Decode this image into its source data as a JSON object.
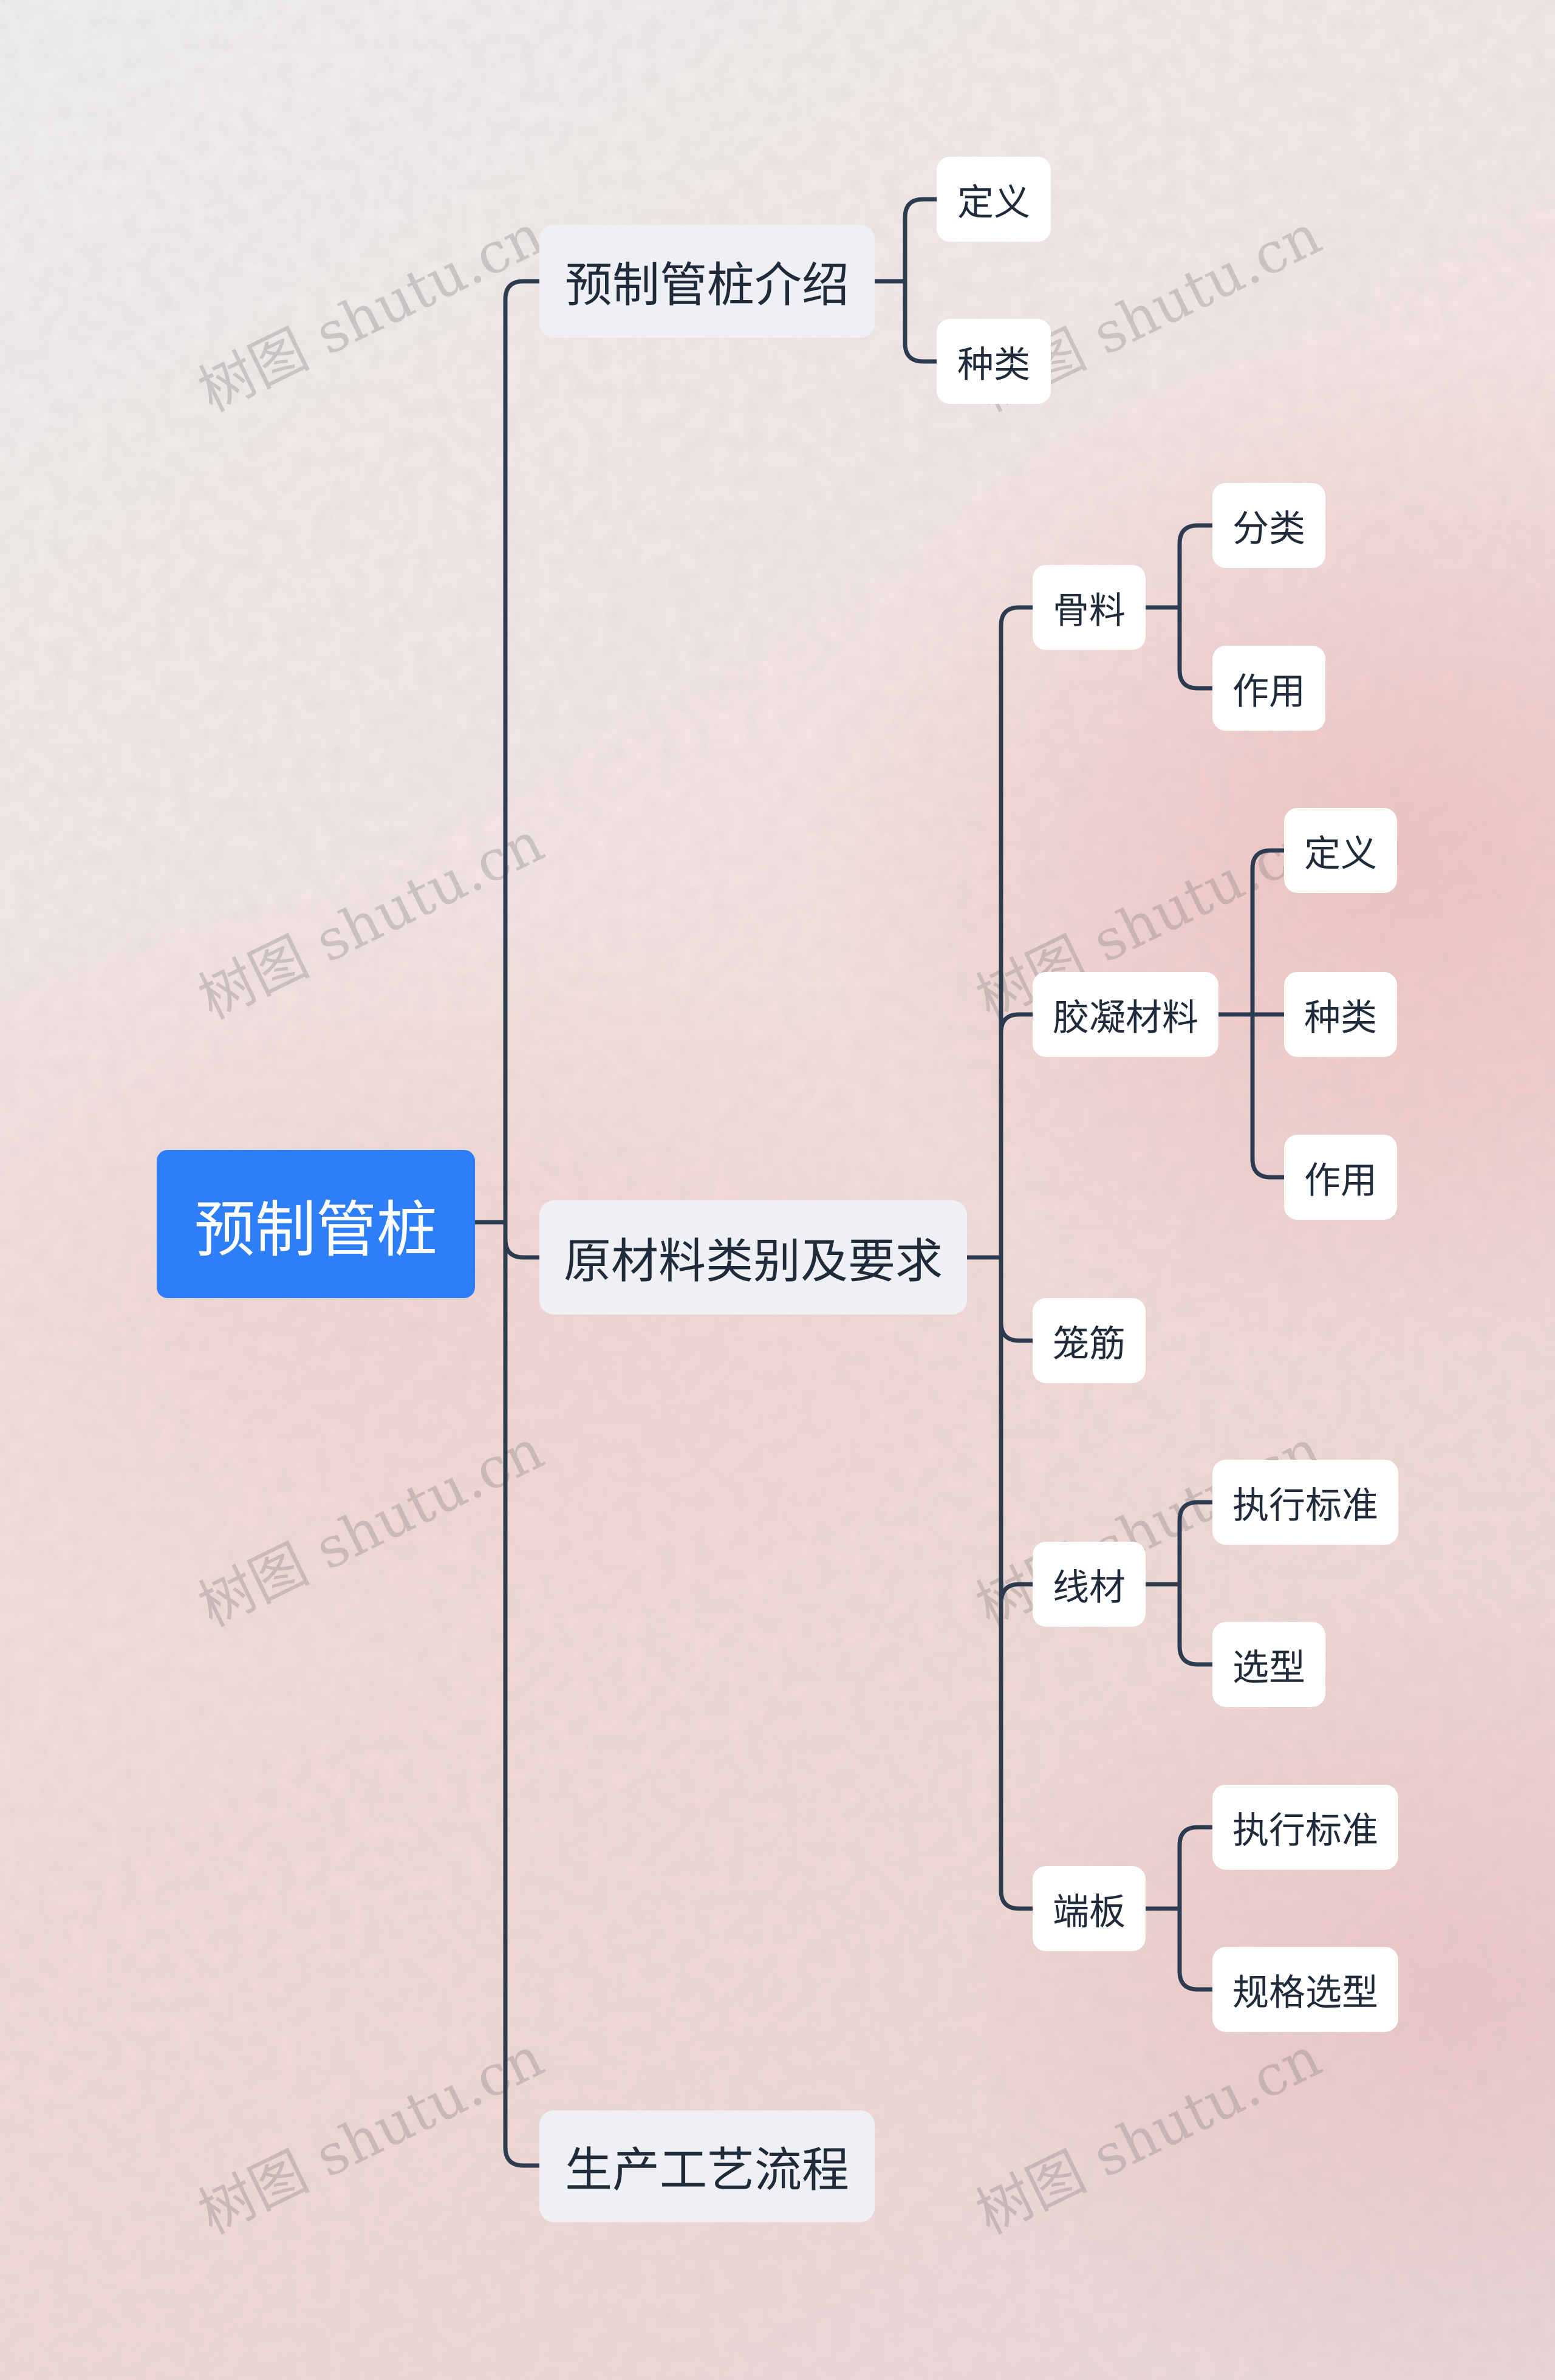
{
  "root": {
    "label": "预制管桩"
  },
  "branches": [
    {
      "label": "预制管桩介绍",
      "children": [
        {
          "label": "定义"
        },
        {
          "label": "种类"
        }
      ]
    },
    {
      "label": "原材料类别及要求",
      "children": [
        {
          "label": "骨料",
          "children": [
            {
              "label": "分类"
            },
            {
              "label": "作用"
            }
          ]
        },
        {
          "label": "胶凝材料",
          "children": [
            {
              "label": "定义"
            },
            {
              "label": "种类"
            },
            {
              "label": "作用"
            }
          ]
        },
        {
          "label": "笼筋"
        },
        {
          "label": "线材",
          "children": [
            {
              "label": "执行标准"
            },
            {
              "label": "选型"
            }
          ]
        },
        {
          "label": "端板",
          "children": [
            {
              "label": "执行标准"
            },
            {
              "label": "规格选型"
            }
          ]
        }
      ]
    },
    {
      "label": "生产工艺流程"
    }
  ],
  "watermark": "树图 shutu.cn",
  "colors": {
    "root_fill": "#2e7ff7",
    "connector": "#2d3b51",
    "branch_fill": "#eef0f3",
    "leaf_fill": "#ffffff"
  }
}
